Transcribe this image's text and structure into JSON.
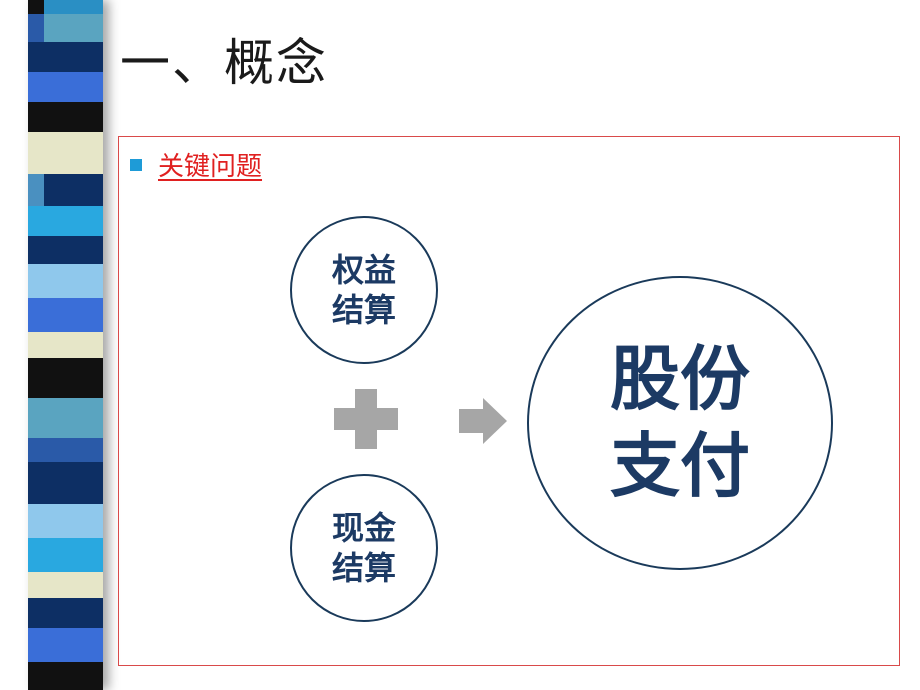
{
  "slide": {
    "title": "一、概念",
    "bullet": "关键问题",
    "circles": {
      "equity": "权益\n结算",
      "cash": "现金\n结算",
      "result": "股份\n支付"
    },
    "icons": {
      "bullet": "square-bullet-icon",
      "plus": "plus-icon",
      "arrow": "right-arrow-icon"
    }
  },
  "colors": {
    "title": "#1a1a1a",
    "bullet_text": "#e02020",
    "bullet_square": "#1e9bd7",
    "frame_border": "#d94a4a",
    "circle_text": "#1c3a64",
    "circle_border": "#1a3a5a",
    "icon_gray": "#a6a6a6"
  }
}
